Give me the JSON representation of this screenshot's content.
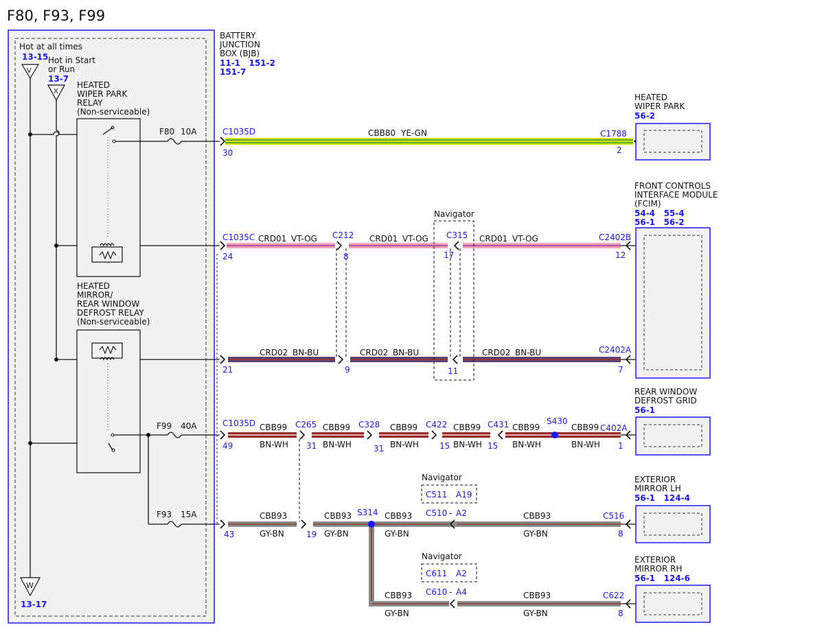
{
  "title": "F80, F93, F99",
  "colors": {
    "blue": "#1a1aff",
    "box_fill": "#f1f1f1",
    "ye_gn_main": "#d4e000",
    "ye_gn_stripe": "#3a9a3a",
    "vt_og_main": "#f5a3b8",
    "vt_og_stripe": "#8a3a9a",
    "bn_bu_main": "#8a3a30",
    "bn_bu_stripe": "#3a4aba",
    "bn_wh_main": "#9a2a2a",
    "bn_wh_stripe": "#f4e0d0",
    "gy_bn_main": "#8a8a8a",
    "gy_bn_stripe": "#8a3a2a"
  },
  "power": {
    "hot_at_all_times": "Hot at all times",
    "ref_v": "13-15",
    "symbol_v": "V",
    "hot_in_start": "Hot in Start",
    "or_run": "or Run",
    "ref_x": "13-7",
    "symbol_x": "X",
    "ground_symbol": "W",
    "ground_ref": "13-17"
  },
  "relays": {
    "wiper_park": [
      "HEATED",
      "WIPER PARK",
      "RELAY",
      "(Non-serviceable)"
    ],
    "mirror_defrost": [
      "HEATED",
      "MIRROR/",
      "REAR WINDOW",
      "DEFROST RELAY",
      "(Non-serviceable)"
    ]
  },
  "fuses": [
    {
      "name": "F80",
      "rating": "10A"
    },
    {
      "name": "F99",
      "rating": "40A"
    },
    {
      "name": "F93",
      "rating": "15A"
    }
  ],
  "bjb": {
    "label": [
      "BATTERY",
      "JUNCTION",
      "BOX (BJB)"
    ],
    "refs": [
      "11-1   151-2",
      "151-7"
    ]
  },
  "components": {
    "wiper_park": {
      "label": [
        "HEATED",
        "WIPER PARK"
      ],
      "refs": [
        "56-2"
      ]
    },
    "fcim": {
      "label": [
        "FRONT CONTROLS",
        "INTERFACE MODULE",
        "(FCIM)"
      ],
      "refs": [
        "54-4   55-4",
        "56-1   56-2"
      ]
    },
    "rear_defrost": {
      "label": [
        "REAR WINDOW",
        "DEFROST GRID"
      ],
      "refs": [
        "56-1"
      ]
    },
    "mirror_lh": {
      "label": [
        "EXTERIOR",
        "MIRROR LH"
      ],
      "refs": [
        "56-1   124-4"
      ]
    },
    "mirror_rh": {
      "label": [
        "EXTERIOR",
        "MIRROR RH"
      ],
      "refs": [
        "56-1   124-6"
      ]
    }
  },
  "navigator": "Navigator",
  "nav_boxes": [
    {
      "connector": "C511",
      "pin": "A19"
    },
    {
      "connector": "C611",
      "pin": "A2"
    }
  ],
  "connectors": {
    "c1035d_30": {
      "name": "C1035D",
      "pin": "30"
    },
    "c1788": {
      "name": "C1788",
      "pin": "2"
    },
    "c1035c": {
      "name": "C1035C",
      "pin": "24"
    },
    "c212_8": {
      "name": "C212",
      "pin": "8"
    },
    "c315_17": {
      "name": "C315",
      "pin": "17"
    },
    "c2402b": {
      "name": "C2402B",
      "pin": "12"
    },
    "c1035c_21": {
      "pin": "21"
    },
    "c212_9": {
      "pin": "9"
    },
    "c315_11": {
      "pin": "11"
    },
    "c2402a": {
      "name": "C2402A",
      "pin": "7"
    },
    "c1035d_49": {
      "name": "C1035D",
      "pin": "49"
    },
    "c265": {
      "name": "C265",
      "pin": "31"
    },
    "c328": {
      "name": "C328",
      "pin": "31"
    },
    "c422": {
      "name": "C422",
      "pin": "15"
    },
    "c431": {
      "name": "C431",
      "pin": "15"
    },
    "s430": {
      "name": "S430"
    },
    "c402a": {
      "name": "C402A",
      "pin": "1"
    },
    "c1035d_43": {
      "pin": "43"
    },
    "c265_19": {
      "pin": "19"
    },
    "s314": {
      "name": "S314"
    },
    "c510": {
      "name": "C510",
      "pin": "A2"
    },
    "c516": {
      "name": "C516",
      "pin": "8"
    },
    "c610": {
      "name": "C610",
      "pin": "A4"
    },
    "c622": {
      "name": "C622",
      "pin": "8"
    }
  },
  "wires": {
    "cbb80": {
      "circuit": "CBB80",
      "color": "YE-GN"
    },
    "crd01": {
      "circuit": "CRD01",
      "color": "VT-OG"
    },
    "crd02": {
      "circuit": "CRD02",
      "color": "BN-BU"
    },
    "cbb99": {
      "circuit": "CBB99",
      "color": "BN-WH"
    },
    "cbb93": {
      "circuit": "CBB93",
      "color": "GY-BN"
    }
  }
}
